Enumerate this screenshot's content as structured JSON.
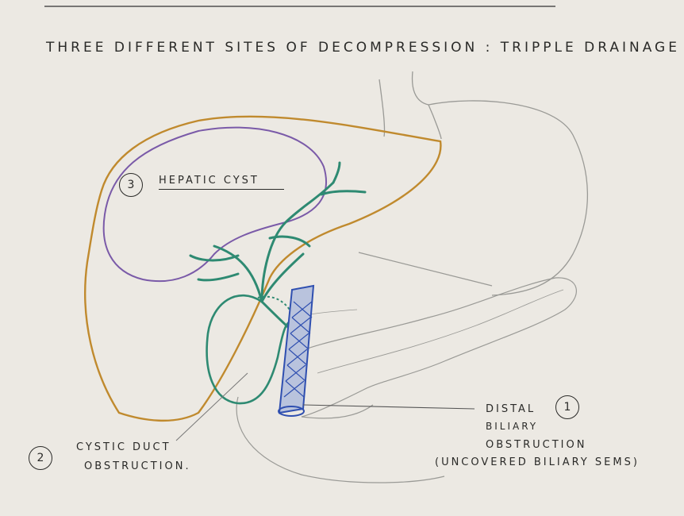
{
  "title": "THREE DIFFERENT SITES OF DECOMPRESSION : TRIPPLE DRAINAGE",
  "labels": {
    "hepatic_cyst_number": "3",
    "hepatic_cyst": "HEPATIC CYST",
    "distal_number": "1",
    "distal_line1": "DISTAL",
    "distal_line2": "BILIARY",
    "distal_line3": "OBSTRUCTION",
    "distal_line4": "(UNCOVERED BILIARY SEMS)",
    "cystic_number": "2",
    "cystic_line1": "CYSTIC DUCT",
    "cystic_line2": "OBSTRUCTION."
  },
  "colors": {
    "paper": "#ece9e3",
    "liver_outline": "#c08a2e",
    "cyst_outline": "#7a5aa8",
    "bile_ducts": "#2e8a72",
    "stent": "#2f4fb0",
    "pencil": "#9a9a96",
    "ink": "#2a2a28"
  }
}
